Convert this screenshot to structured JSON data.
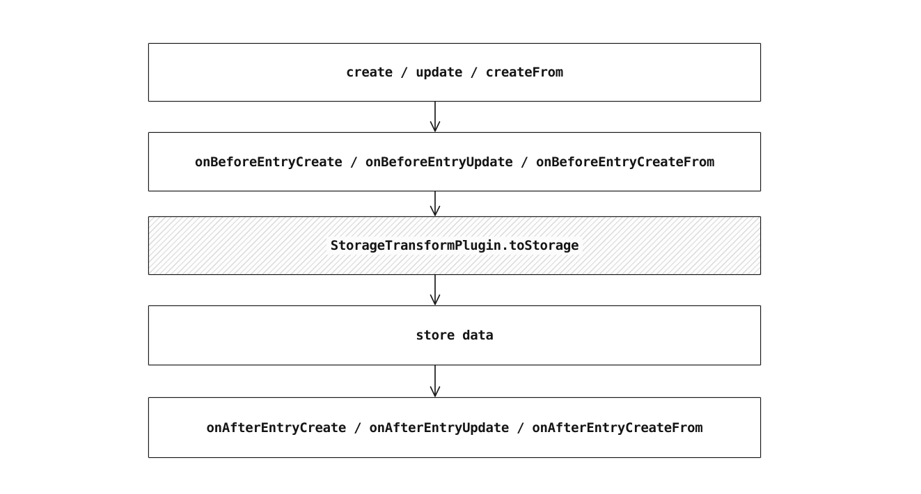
{
  "diagram": {
    "type": "flowchart",
    "direction": "top-down",
    "style": "hand-drawn",
    "colors": {
      "background": "#ffffff",
      "stroke": "#1b1b1b",
      "text": "#141414",
      "node_fill": "#ffffff",
      "hatch_line": "#d9d9d9"
    },
    "nodes": [
      {
        "id": "create-update-createfrom",
        "label": "create / update / createFrom",
        "fill": "white"
      },
      {
        "id": "onbefore-hooks",
        "label": "onBeforeEntryCreate / onBeforeEntryUpdate / onBeforeEntryCreateFrom",
        "fill": "white"
      },
      {
        "id": "storage-transform-tostorage",
        "label": "StorageTransformPlugin.toStorage",
        "fill": "hatched"
      },
      {
        "id": "store-data",
        "label": "store data",
        "fill": "white"
      },
      {
        "id": "onafter-hooks",
        "label": "onAfterEntryCreate / onAfterEntryUpdate / onAfterEntryCreateFrom",
        "fill": "white"
      }
    ],
    "edges": [
      {
        "from": "create-update-createfrom",
        "to": "onbefore-hooks",
        "style": "arrow-down",
        "label": ""
      },
      {
        "from": "onbefore-hooks",
        "to": "storage-transform-tostorage",
        "style": "arrow-down",
        "label": ""
      },
      {
        "from": "storage-transform-tostorage",
        "to": "store-data",
        "style": "arrow-down",
        "label": ""
      },
      {
        "from": "store-data",
        "to": "onafter-hooks",
        "style": "arrow-down",
        "label": ""
      }
    ]
  }
}
